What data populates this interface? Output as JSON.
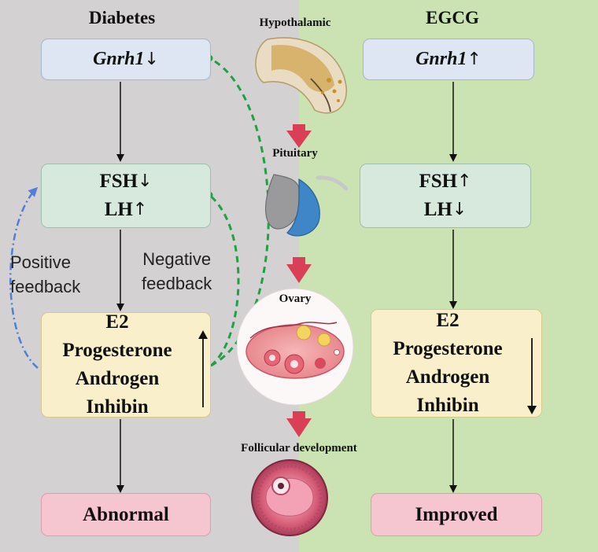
{
  "titles": {
    "left": "Diabetes",
    "right": "EGCG"
  },
  "organs": {
    "hypothalamic": "Hypothalamic",
    "pituitary": "Pituitary",
    "ovary": "Ovary",
    "follicular": "Follicular development"
  },
  "left": {
    "gene": "Gnrh1",
    "gene_arrow": "↓",
    "hormones": [
      {
        "label": "FSH",
        "arrow": "↓"
      },
      {
        "label": "LH",
        "arrow": "↑"
      }
    ],
    "steroids": [
      "E2",
      "Progesterone",
      "Androgen",
      "Inhibin"
    ],
    "steroid_trend": "up",
    "outcome": "Abnormal",
    "positive_feedback": [
      "Positive",
      "feedback"
    ],
    "negative_feedback": [
      "Negative",
      "feedback"
    ]
  },
  "right": {
    "gene": "Gnrh1",
    "gene_arrow": "↑",
    "hormones": [
      {
        "label": "FSH",
        "arrow": "↑"
      },
      {
        "label": "LH",
        "arrow": "↓"
      }
    ],
    "steroids": [
      "E2",
      "Progesterone",
      "Androgen",
      "Inhibin"
    ],
    "steroid_trend": "down",
    "outcome": "Improved"
  },
  "colors": {
    "left_bg": "#d3d1d2",
    "right_bg": "#cbe3b3",
    "negative_feedback": "#22a045",
    "positive_feedback": "#4f7fd6",
    "flow_arrow": "#d94058"
  }
}
